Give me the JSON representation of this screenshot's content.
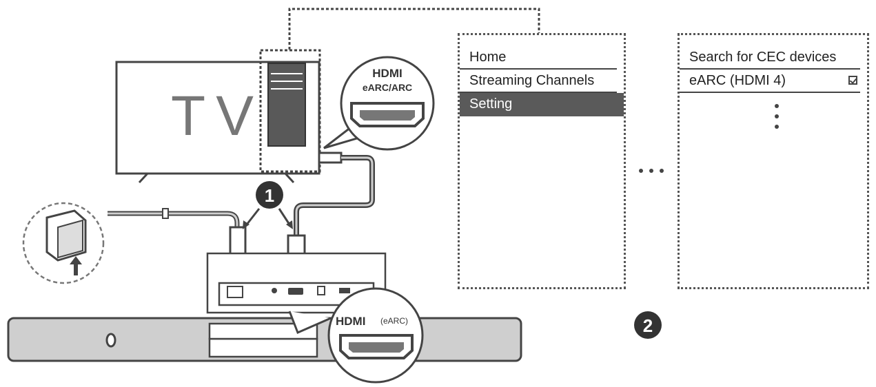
{
  "tv": {
    "label": "TV"
  },
  "hdmi_tv": {
    "logo": "HDMI",
    "port_label": "eARC/ARC"
  },
  "hdmi_soundbar": {
    "logo": "HDMI",
    "port_label": "(eARC)"
  },
  "steps": {
    "step1": "1",
    "step2": "2"
  },
  "tv_menu": {
    "items": [
      {
        "label": "Home",
        "selected": false
      },
      {
        "label": "Streaming Channels",
        "selected": false
      },
      {
        "label": "Setting",
        "selected": true
      }
    ]
  },
  "cec_menu": {
    "items": [
      {
        "label": "Search for CEC devices",
        "checked": false
      },
      {
        "label": "eARC (HDMI 4)",
        "checked": true
      }
    ]
  },
  "colors": {
    "line": "#444444",
    "fill_gray": "#cfcfcf",
    "selected": "#5a5a5a",
    "tv_panel": "#595959"
  }
}
